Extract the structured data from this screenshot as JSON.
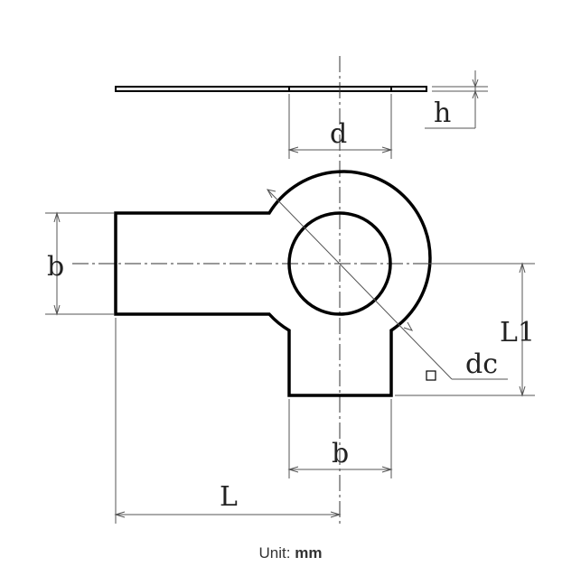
{
  "labels": {
    "thickness": "h",
    "hole_diameter": "d",
    "tab_width_left": "b",
    "tab_width_bottom": "b",
    "outer_diameter": "dc",
    "tab_length_bottom": "L1",
    "tab_length_left": "L"
  },
  "caption": {
    "unit_label": "Unit:",
    "unit_value": "mm"
  }
}
